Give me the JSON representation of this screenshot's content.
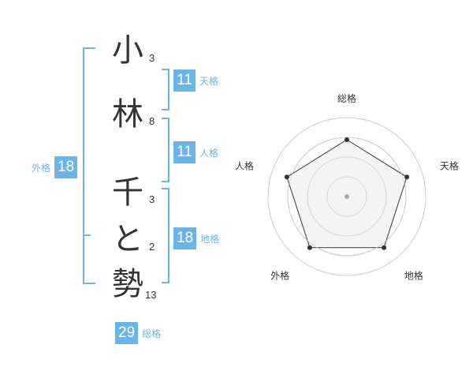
{
  "name": {
    "characters": [
      {
        "char": "小",
        "strokes": "3"
      },
      {
        "char": "林",
        "strokes": "8"
      },
      {
        "char": "千",
        "strokes": "3"
      },
      {
        "char": "と",
        "strokes": "2"
      },
      {
        "char": "勢",
        "strokes": "13"
      }
    ]
  },
  "fortunes": {
    "tenkaku": {
      "value": "11",
      "label": "天格"
    },
    "jinkaku": {
      "value": "11",
      "label": "人格"
    },
    "chikaku": {
      "value": "18",
      "label": "地格"
    },
    "gaikaku": {
      "value": "18",
      "label": "外格"
    },
    "soukaku": {
      "value": "29",
      "label": "総格"
    }
  },
  "radar": {
    "axes": [
      "総格",
      "天格",
      "地格",
      "外格",
      "人格"
    ],
    "levels": 4,
    "values": [
      0.72,
      0.8,
      0.8,
      0.8,
      0.8
    ],
    "colors": {
      "fill": "#f2f2f2",
      "grid": "#cccccc",
      "stroke": "#333333",
      "center": "#aaaaaa"
    }
  },
  "colors": {
    "accent": "#6ab4e8",
    "text": "#333333"
  }
}
